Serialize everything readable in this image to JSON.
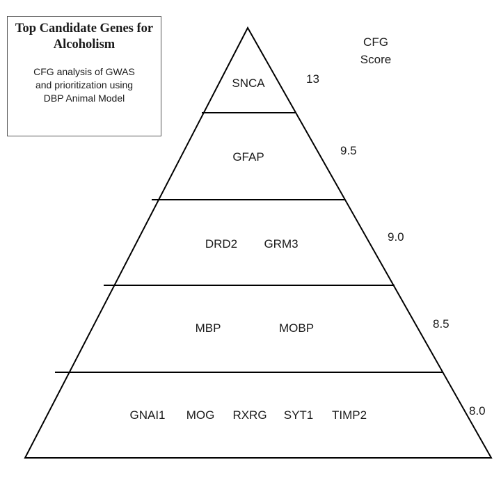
{
  "title_box": {
    "title_line1": "Top Candidate Genes for",
    "title_line2": "Alcoholism",
    "desc_line1": "CFG analysis of GWAS",
    "desc_line2": "and prioritization using",
    "desc_line3": "DBP Animal Model"
  },
  "score_header": {
    "line1": "CFG",
    "line2": "Score"
  },
  "tiers": [
    {
      "score": "13",
      "genes": [
        "SNCA"
      ]
    },
    {
      "score": "9.5",
      "genes": [
        "GFAP"
      ]
    },
    {
      "score": "9.0",
      "genes": [
        "DRD2",
        "GRM3"
      ]
    },
    {
      "score": "8.5",
      "genes": [
        "MBP",
        "MOBP"
      ]
    },
    {
      "score": "8.0",
      "genes": [
        "GNAI1",
        "MOG",
        "RXRG",
        "SYT1",
        "TIMP2"
      ]
    }
  ],
  "colors": {
    "line": "#000000",
    "text": "#1a1a1a"
  }
}
